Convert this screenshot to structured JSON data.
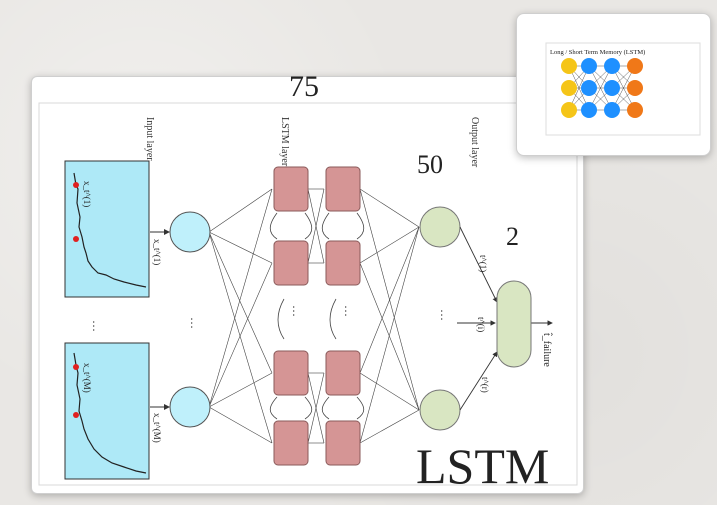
{
  "slide": {
    "label_75": "75",
    "label_50": "50",
    "label_2": "2",
    "label_lstm": "LSTM"
  },
  "diagram": {
    "input_layer_label": "Input layer",
    "lstm_layer_label": "LSTM layer",
    "output_layer_label": "Output layer",
    "input_series_1": "x_t^(1)",
    "input_series_m": "x_t^(M)",
    "input_arrow_1": "x_t^(1)",
    "input_arrow_m": "x_t^(M)",
    "output_t1": "t^(1)",
    "output_ti": "t^(i)",
    "output_tr": "t^(r)",
    "output_final": "t̂_failure",
    "ellipsis": "· · ·"
  },
  "thumbnail": {
    "title": "Long / Short Term Memory (LSTM)",
    "colors": {
      "input": "#f5c518",
      "hidden": "#1e90ff",
      "output": "#f07818"
    }
  },
  "colors": {
    "series_fill": "#aee9f7",
    "input_node": "#bff0fb",
    "lstm_cell": "#d59595",
    "output_node": "#d9e6c2",
    "point": "#e02020"
  }
}
